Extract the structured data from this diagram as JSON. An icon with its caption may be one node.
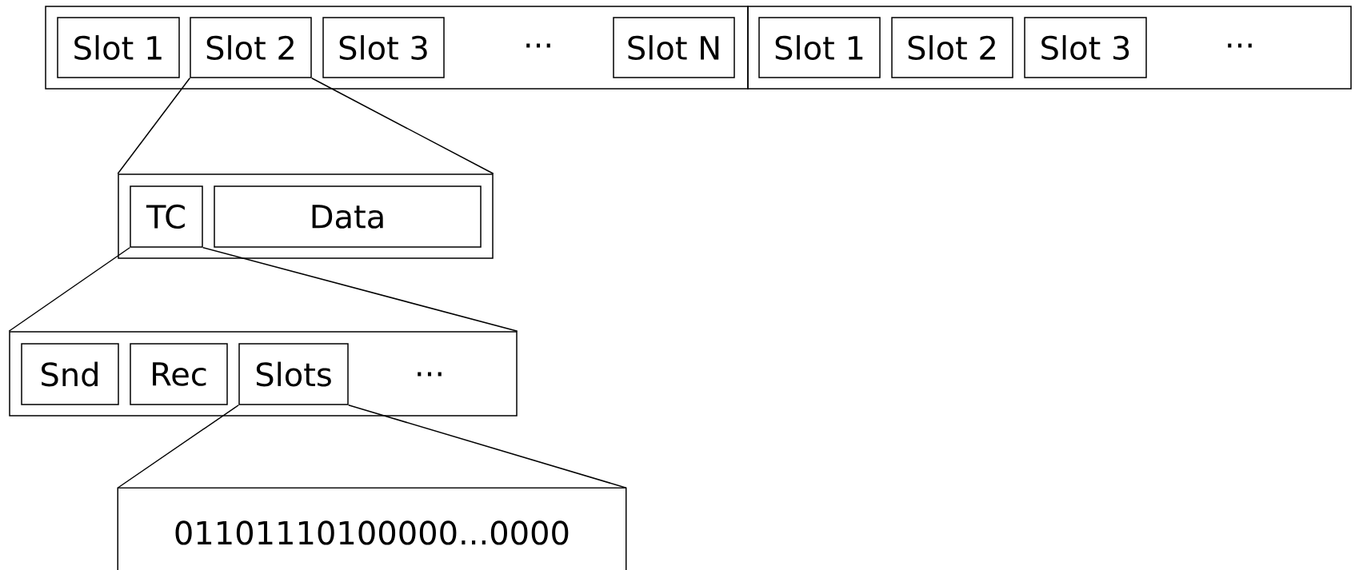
{
  "diagram": {
    "nodes": [
      {
        "text": [],
        "shape": "box"
      },
      {
        "text": [
          "Slot 1"
        ],
        "in": 0
      },
      {
        "text": [
          "Slot 2"
        ],
        "in": 0
      },
      {
        "text": [
          "Slot 3"
        ],
        "in": 0
      },
      {
        "text": [
          "Slot N"
        ],
        "in": 0
      },
      {
        "text": [],
        "shape": "box"
      },
      {
        "text": [
          "Slot 1"
        ],
        "in": 5
      },
      {
        "text": [
          "Slot 2"
        ],
        "in": 5
      },
      {
        "text": [
          "Slot 3"
        ],
        "in": 5
      },
      {
        "text": [],
        "shape": "box"
      },
      {
        "text": [
          "TC"
        ],
        "in": 9
      },
      {
        "text": [
          "Data"
        ],
        "in": 9
      },
      {
        "text": [],
        "shape": "box"
      },
      {
        "text": [
          "Snd"
        ],
        "in": 12
      },
      {
        "text": [
          "Rec"
        ],
        "in": 12
      },
      {
        "text": [
          "Slots"
        ],
        "in": 12
      },
      {
        "text": [
          "01101110100000...0000"
        ]
      }
    ],
    "edges": [
      {
        "from": 2,
        "to": 9,
        "arrow": "none"
      },
      {
        "from": 2,
        "to": 9,
        "arrow": "none"
      },
      {
        "from": 10,
        "to": 12,
        "arrow": "none"
      },
      {
        "from": 10,
        "to": 12,
        "arrow": "none"
      },
      {
        "from": 15,
        "to": 16,
        "arrow": "none"
      },
      {
        "from": 15,
        "to": 16,
        "arrow": "none"
      }
    ],
    "labels": [
      "...",
      "...",
      "..."
    ]
  }
}
